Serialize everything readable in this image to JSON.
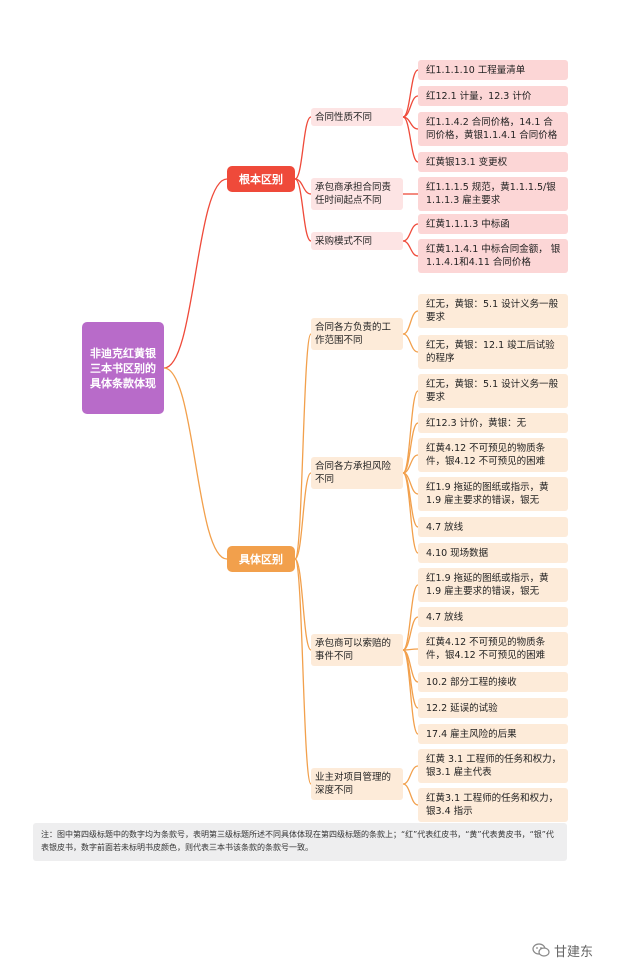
{
  "colors": {
    "root": "#b86bc9",
    "red_branch": "#ef4a3a",
    "orange_branch": "#f2a04c"
  },
  "root": {
    "label": "非迪克红黄银三本书区别的具体条款体现"
  },
  "branch_basic": {
    "label": "根本区别",
    "groups": [
      {
        "label": "合同性质不同",
        "leaves": [
          "红1.1.1.10 工程量清单",
          "红12.1 计量，12.3 计价",
          "红1.1.4.2 合同价格，14.1 合同价格，黄银1.1.4.1 合同价格",
          "红黄银13.1 变更权"
        ]
      },
      {
        "label": "承包商承担合同责任时间起点不同",
        "leaves": [
          "红1.1.1.5 规范，黄1.1.1.5/银1.1.1.3 雇主要求"
        ]
      },
      {
        "label": "采购模式不同",
        "leaves": [
          "红黄1.1.1.3 中标函",
          "红黄1.1.4.1 中标合同金额， 银1.1.4.1和4.11 合同价格"
        ]
      }
    ]
  },
  "branch_specific": {
    "label": "具体区别",
    "groups": [
      {
        "label": "合同各方负责的工作范围不同",
        "leaves": [
          "红无，黄银：5.1 设计义务一般要求",
          "红无，黄银：12.1 竣工后试验的程序"
        ]
      },
      {
        "label": "合同各方承担风险不同",
        "leaves": [
          "红无，黄银：5.1 设计义务一般要求",
          "红12.3 计价，黄银：无",
          "红黄4.12 不可预见的物质条件，银4.12 不可预见的困难",
          "红1.9 拖延的图纸或指示，黄1.9 雇主要求的错误，银无",
          "4.7 放线",
          "4.10 现场数据"
        ]
      },
      {
        "label": "承包商可以索赔的事件不同",
        "leaves": [
          "红1.9 拖延的图纸或指示，黄1.9 雇主要求的错误，银无",
          "4.7 放线",
          "红黄4.12 不可预见的物质条件，银4.12 不可预见的困难",
          "10.2 部分工程的接收",
          "12.2 延误的试验",
          "17.4 雇主风险的后果"
        ]
      },
      {
        "label": "业主对项目管理的深度不同",
        "leaves": [
          "红黄 3.1 工程师的任务和权力， 银3.1 雇主代表",
          "红黄3.1 工程师的任务和权力，银3.4 指示"
        ]
      }
    ]
  },
  "note": {
    "text": "注：图中第四级标题中的数字均为条款号，表明第三级标题所述不同具体体现在第四级标题的条款上；“红”代表红皮书，“黄”代表黄皮书，“银”代表银皮书，数字前面若未标明书皮颜色，则代表三本书该条款的条款号一致。"
  },
  "brand": {
    "icon": "wechat-icon",
    "name": "甘建东"
  }
}
